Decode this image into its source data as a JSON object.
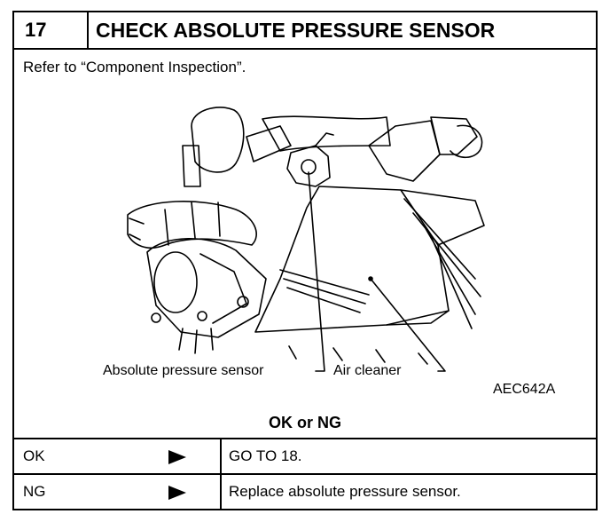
{
  "header": {
    "step_number": "17",
    "title": "CHECK ABSOLUTE PRESSURE SENSOR"
  },
  "instruction": "Refer to “Component Inspection”.",
  "figure": {
    "label_sensor": "Absolute pressure sensor",
    "label_air_cleaner": "Air cleaner",
    "code": "AEC642A"
  },
  "result_heading": "OK or NG",
  "results": [
    {
      "key": "OK",
      "action": "GO TO 18."
    },
    {
      "key": "NG",
      "action": "Replace absolute pressure sensor."
    }
  ]
}
